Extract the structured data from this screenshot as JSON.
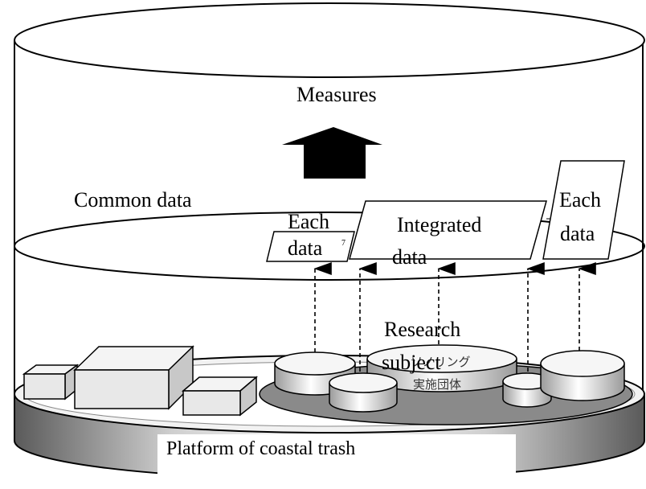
{
  "labels": {
    "measures": "Measures",
    "common_data": "Common data",
    "each_data_left_line1": "Each",
    "each_data_left_line2": "data",
    "each_data_right_line1": "Each",
    "each_data_right_line2": "data",
    "integrated_line1": "Integrated",
    "integrated_line2": "data",
    "research_line1": "Research",
    "research_line2": "subject",
    "jp_overlap_line1": "ソノリング",
    "jp_overlap_line2": "実施団体",
    "platform": "Platform of coastal trash",
    "left_box_fragment": "7"
  },
  "colors": {
    "line": "#000000",
    "background": "#ffffff",
    "platform_dark": "#555555",
    "platform_light": "#d8d8d8",
    "inner_ellipse": "#8a8a8a",
    "arrow": "#000000"
  }
}
